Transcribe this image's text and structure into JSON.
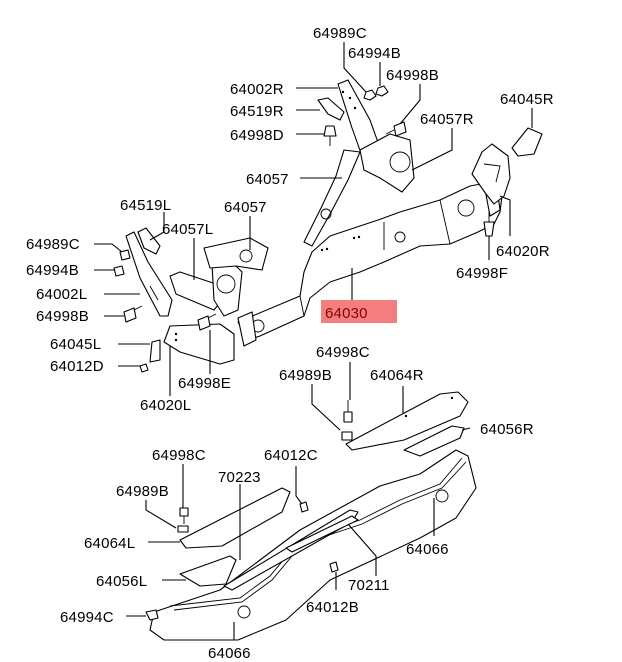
{
  "diagram": {
    "title": "Rear bumper & frame parts diagram",
    "highlight_color": "#f47e7e",
    "highlight_text_color": "#8b0000",
    "highlighted_part": "64030",
    "labels": {
      "p64989C_top": "64989C",
      "p64994B_top": "64994B",
      "p64998B_top": "64998B",
      "p64002R": "64002R",
      "p64519R": "64519R",
      "p64998D": "64998D",
      "p64057R": "64057R",
      "p64045R": "64045R",
      "p64057_upper": "64057",
      "p64057_lower": "64057",
      "p64519L": "64519L",
      "p64057L": "64057L",
      "p64989C_left": "64989C",
      "p64994B_left": "64994B",
      "p64002L": "64002L",
      "p64998B_left": "64998B",
      "p64045L": "64045L",
      "p64012D": "64012D",
      "p64998E": "64998E",
      "p64020L": "64020L",
      "p64020R": "64020R",
      "p64998F": "64998F",
      "p64030": "64030",
      "p64998C_right": "64998C",
      "p64989B_right": "64989B",
      "p64064R": "64064R",
      "p64056R": "64056R",
      "p64998C_left": "64998C",
      "p64989B_left": "64989B",
      "p70223": "70223",
      "p64012C": "64012C",
      "p64064L": "64064L",
      "p64056L": "64056L",
      "p64994C": "64994C",
      "p64066_bottom": "64066",
      "p70211": "70211",
      "p64012B": "64012B",
      "p64066_right": "64066"
    }
  }
}
